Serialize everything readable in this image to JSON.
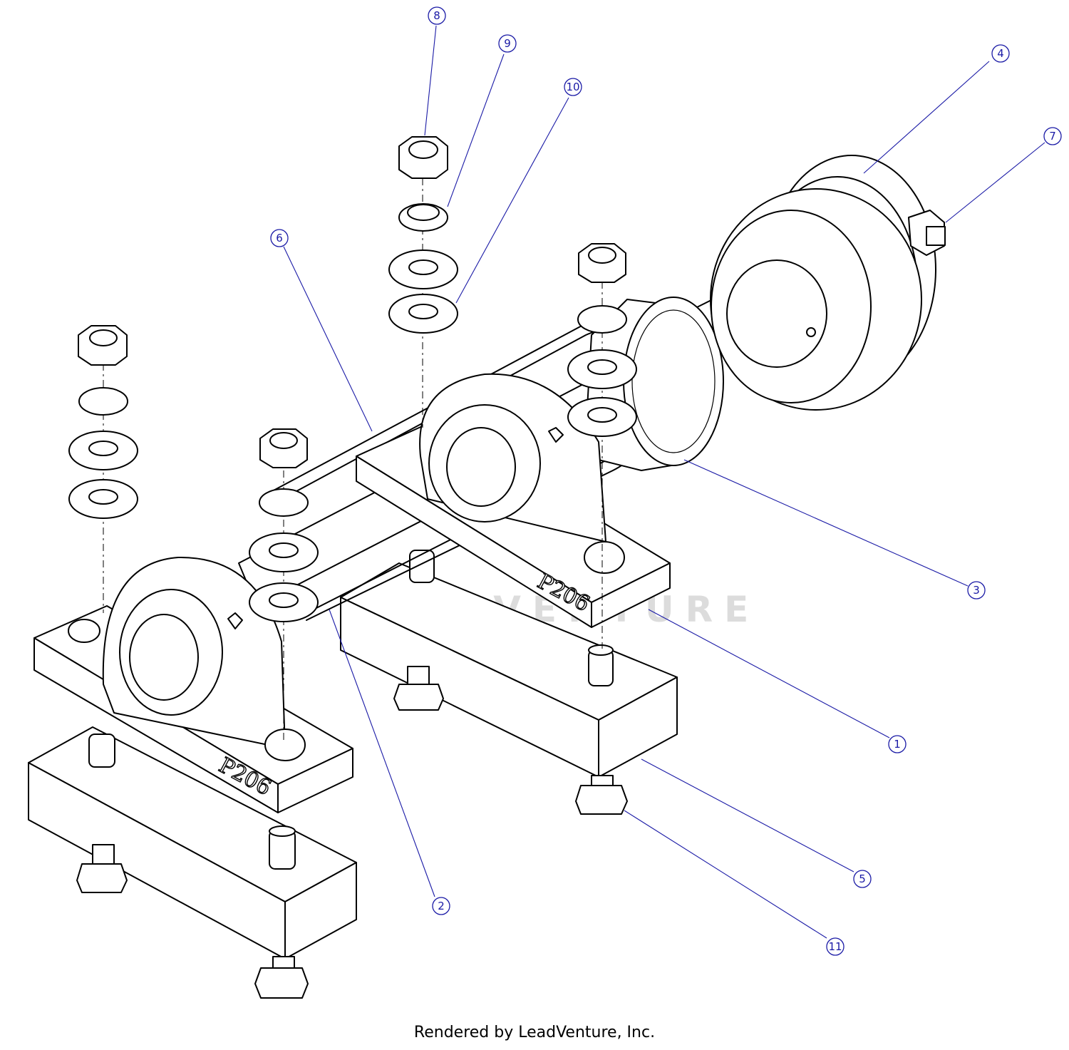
{
  "watermark": "LEADVENTURE",
  "stamp_text": "P206",
  "footer": {
    "credit": "Rendered by LeadVenture, Inc."
  },
  "colors": {
    "callout": "#1a1aa6",
    "line": "#000000"
  },
  "callouts": [
    {
      "label": "1"
    },
    {
      "label": "2"
    },
    {
      "label": "3"
    },
    {
      "label": "4"
    },
    {
      "label": "5"
    },
    {
      "label": "6"
    },
    {
      "label": "7"
    },
    {
      "label": "8"
    },
    {
      "label": "9"
    },
    {
      "label": "10"
    },
    {
      "label": "11"
    }
  ]
}
